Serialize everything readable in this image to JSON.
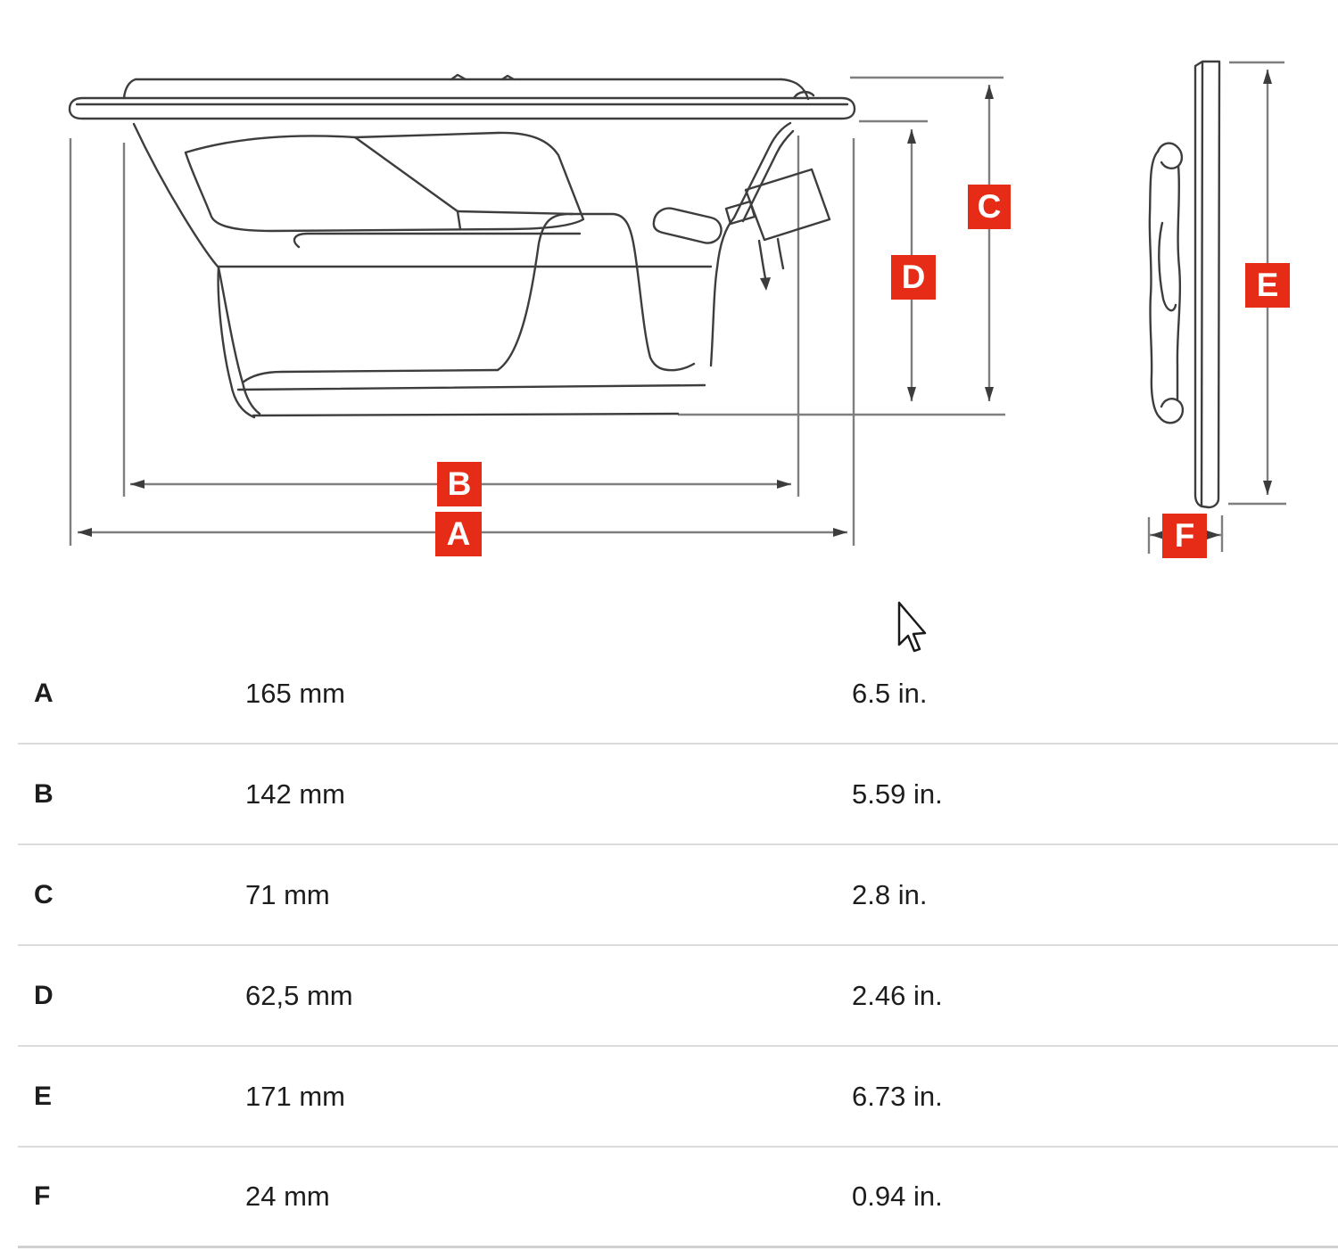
{
  "diagram": {
    "labels": [
      "A",
      "B",
      "C",
      "D",
      "E",
      "F"
    ],
    "accent_color": "#e62b17",
    "line_color": "#3d3d3d",
    "dimension_line_color": "#7f7f7f",
    "cursor_icon": "arrow-pointer"
  },
  "table": {
    "rows": [
      {
        "letter": "A",
        "mm": "165 mm",
        "inches": "6.5 in."
      },
      {
        "letter": "B",
        "mm": "142 mm",
        "inches": "5.59 in."
      },
      {
        "letter": "C",
        "mm": "71 mm",
        "inches": "2.8 in."
      },
      {
        "letter": "D",
        "mm": "62,5 mm",
        "inches": "2.46 in."
      },
      {
        "letter": "E",
        "mm": "171 mm",
        "inches": "6.73 in."
      },
      {
        "letter": "F",
        "mm": "24 mm",
        "inches": "0.94 in."
      }
    ]
  }
}
